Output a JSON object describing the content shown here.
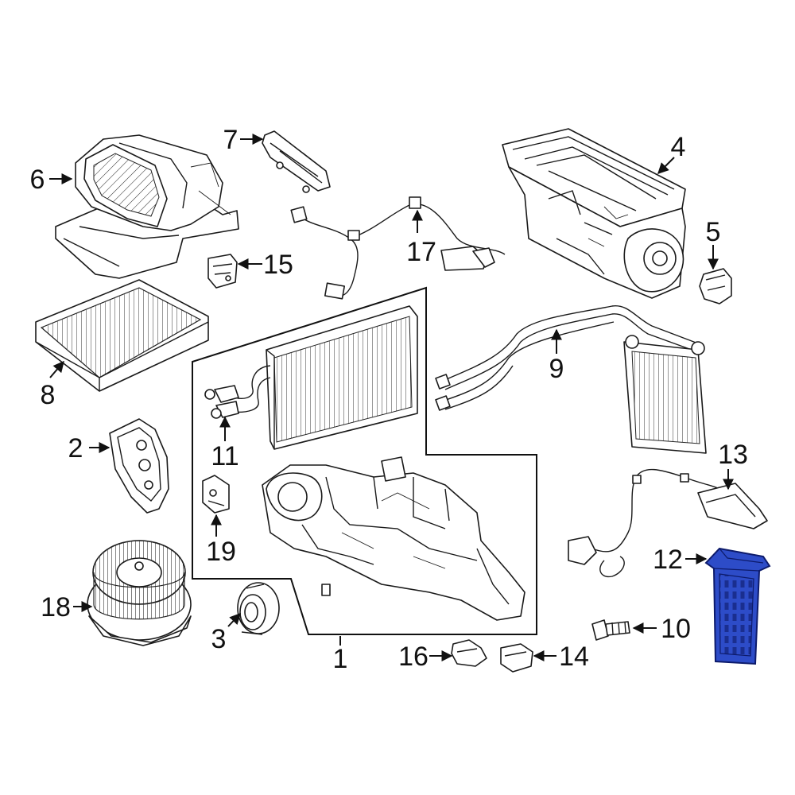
{
  "colors": {
    "highlight": "#2d4cc8",
    "highlight_outline": "#0d1b6b",
    "ink": "#111111",
    "background": "#ffffff"
  },
  "callouts": {
    "c1": "1",
    "c2": "2",
    "c3": "3",
    "c4": "4",
    "c5": "5",
    "c6": "6",
    "c7": "7",
    "c8": "8",
    "c9": "9",
    "c10": "10",
    "c11": "11",
    "c12": "12",
    "c13": "13",
    "c14": "14",
    "c15": "15",
    "c16": "16",
    "c17": "17",
    "c18": "18",
    "c19": "19"
  },
  "highlighted_part": "12"
}
